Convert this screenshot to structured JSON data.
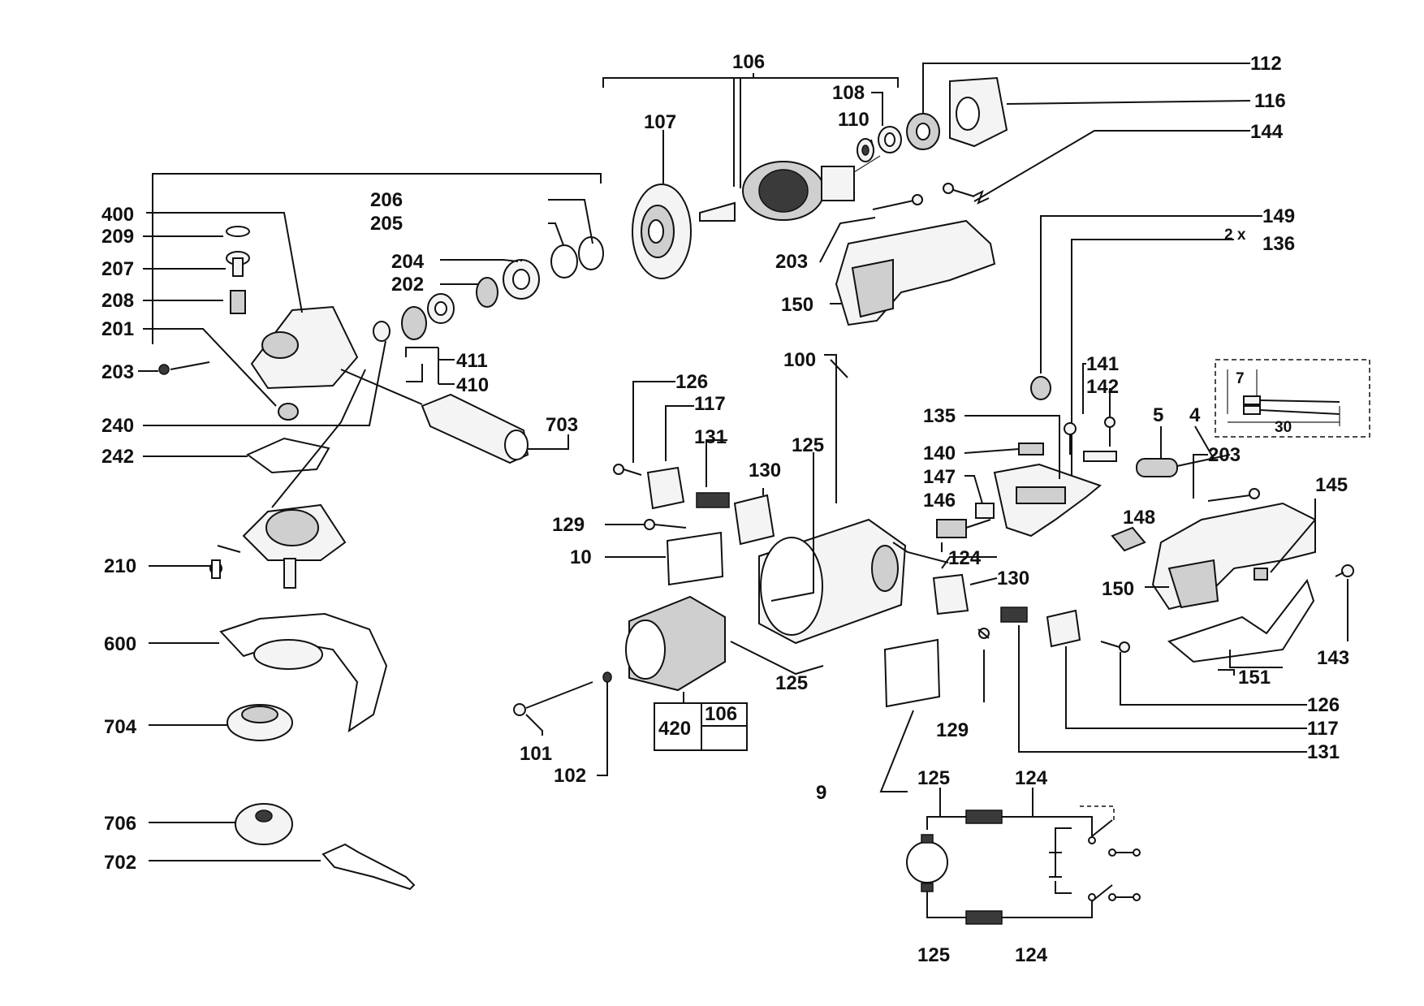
{
  "labels": {
    "l106_top": "106",
    "l112": "112",
    "l116": "116",
    "l144": "144",
    "l108": "108",
    "l110": "110",
    "l107": "107",
    "l206": "206",
    "l205": "205",
    "l204": "204",
    "l202": "202",
    "l400": "400",
    "l209": "209",
    "l207": "207",
    "l208": "208",
    "l201": "201",
    "l203_left": "203",
    "l240": "240",
    "l242": "242",
    "l411": "411",
    "l410": "410",
    "l703": "703",
    "l210": "210",
    "l600": "600",
    "l704": "704",
    "l706": "706",
    "l702": "702",
    "l203_top": "203",
    "l150_top": "150",
    "l149": "149",
    "l2x": "2 x",
    "l136": "136",
    "l100": "100",
    "l126_top": "126",
    "l117_top": "117",
    "l131_top": "131",
    "l125_top": "125",
    "l130_top": "130",
    "l129_top": "129",
    "l10": "10",
    "l135": "135",
    "l141": "141",
    "l142": "142",
    "l5": "5",
    "l4": "4",
    "l7": "7",
    "l30": "30",
    "l140": "140",
    "l147": "147",
    "l146": "146",
    "l203_right": "203",
    "l145": "145",
    "l148": "148",
    "l124_mid": "124",
    "l130_mid": "130",
    "l150_mid": "150",
    "l143": "143",
    "l151": "151",
    "l125_mid": "125",
    "l420": "420",
    "l106_box": "106",
    "l101": "101",
    "l102": "102",
    "l129_bot": "129",
    "l126_bot": "126",
    "l117_bot": "117",
    "l131_bot": "131",
    "l9": "9",
    "l125_s1": "125",
    "l124_s1": "124",
    "l125_s2": "125",
    "l124_s2": "124"
  }
}
